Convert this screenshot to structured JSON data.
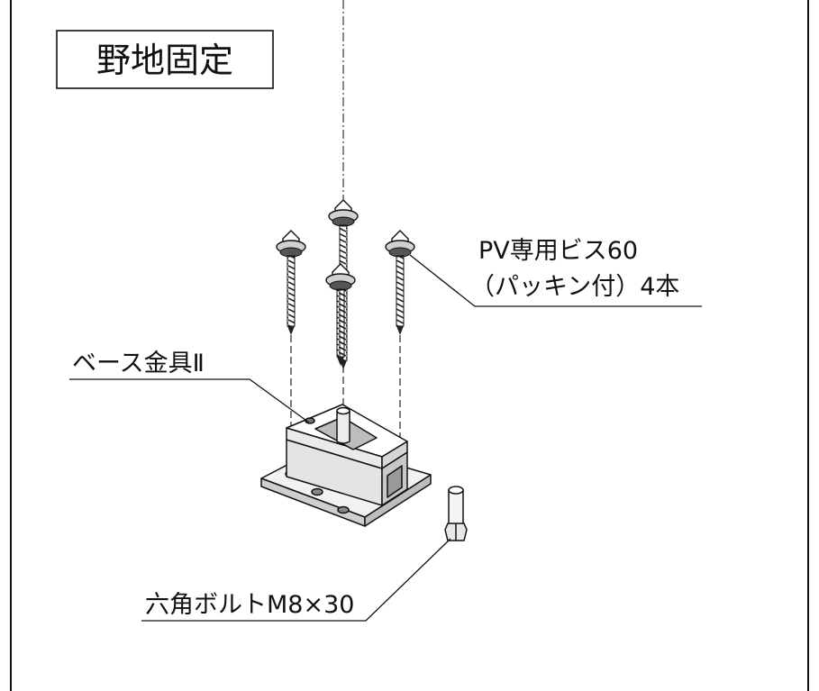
{
  "title": "野地固定",
  "labels": {
    "screws_line1": "PV専用ビス60",
    "screws_line2": "（パッキン付）4本",
    "base": "ベース金具Ⅱ",
    "bolt": "六角ボルトM8×30"
  }
}
